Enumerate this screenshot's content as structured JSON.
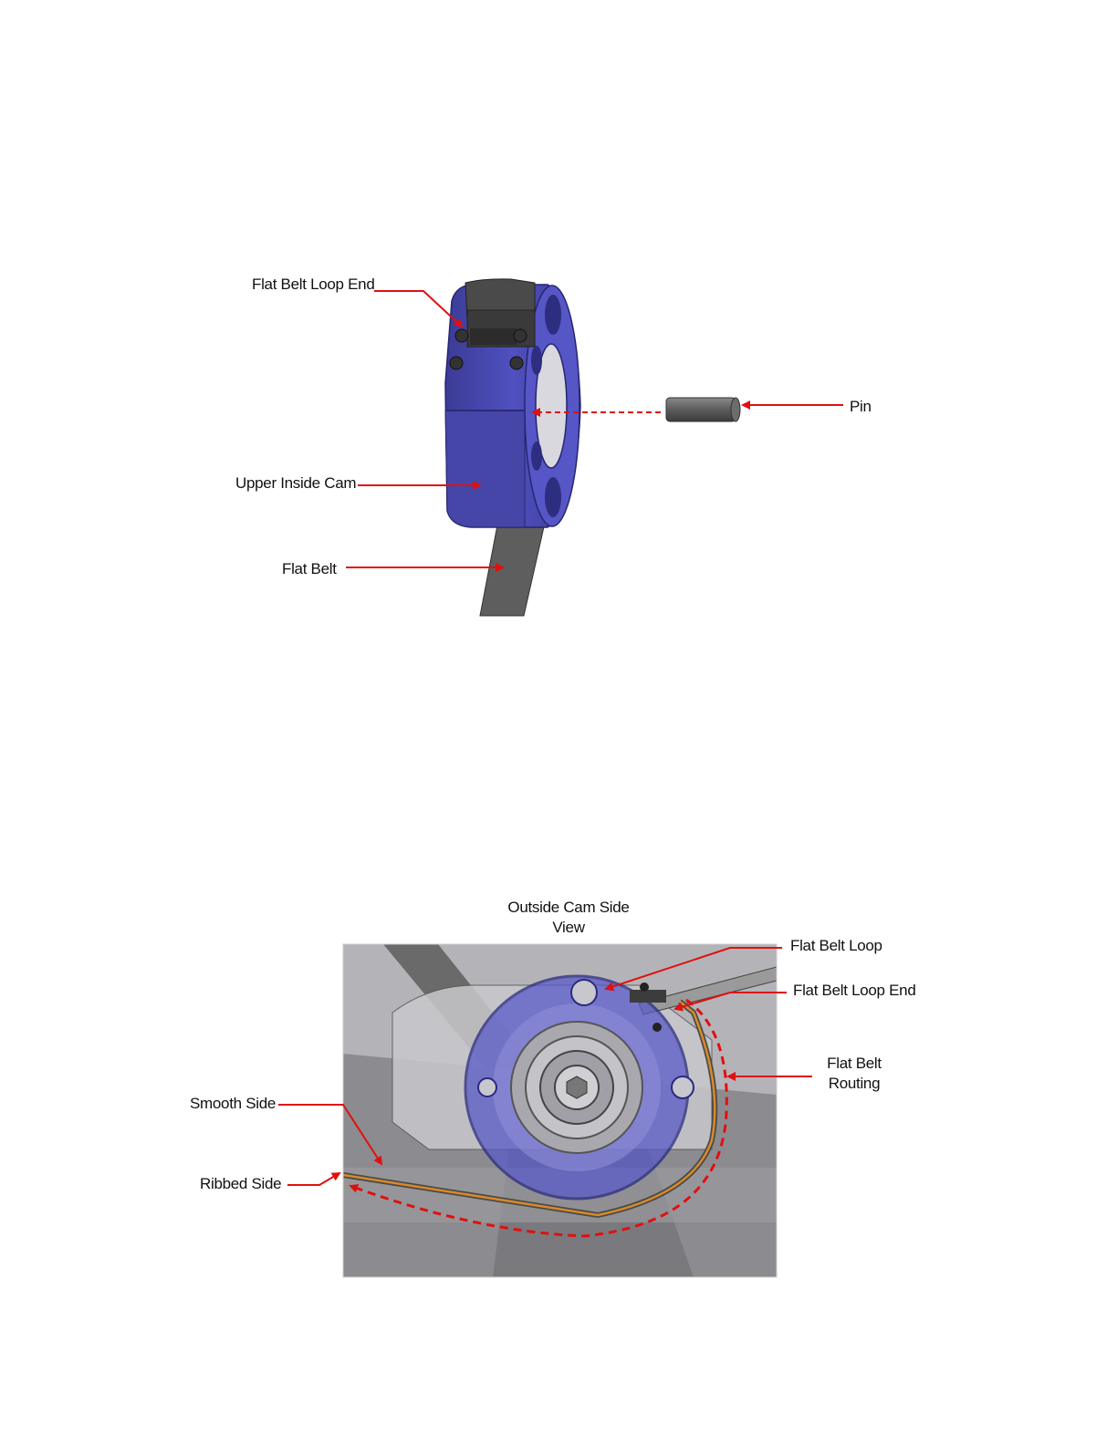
{
  "figure1": {
    "labels": {
      "flat_belt_loop_end": "Flat Belt Loop End",
      "upper_inside_cam": "Upper Inside Cam",
      "flat_belt": "Flat Belt",
      "pin": "Pin"
    }
  },
  "figure2": {
    "view_title_line1": "Outside Cam Side",
    "view_title_line2": "View",
    "labels": {
      "flat_belt_loop": "Flat Belt Loop",
      "flat_belt_loop_end": "Flat Belt Loop End",
      "flat_belt_routing_line1": "Flat Belt",
      "flat_belt_routing_line2": "Routing",
      "smooth_side": "Smooth Side",
      "ribbed_side": "Ribbed Side"
    }
  },
  "colors": {
    "cam_blue": "#4a4ab8",
    "callout_red": "#e01010",
    "belt_gray": "#5a5a5a",
    "belt_orange": "#d88a2a"
  }
}
